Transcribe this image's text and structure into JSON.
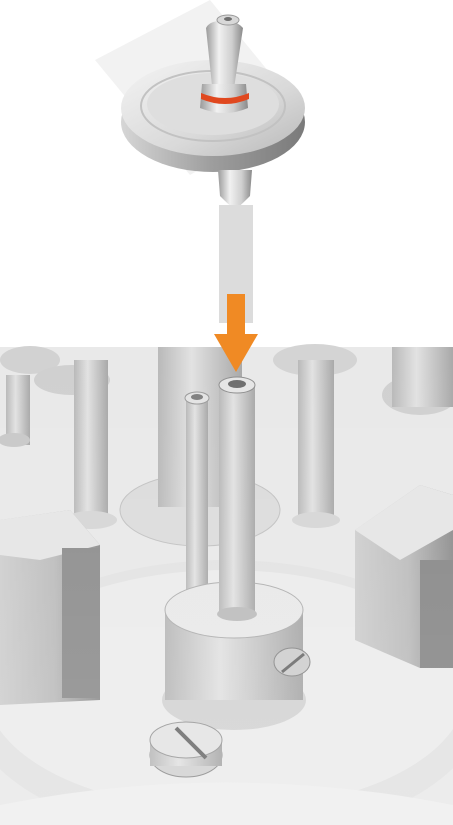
{
  "illustration": {
    "description_parts": [
      "filter-cartridge",
      "extension-tube",
      "insertion-arrow",
      "manifold-base"
    ],
    "colors": {
      "background": "#ffffff",
      "metal_light": "#e4e4e4",
      "metal_mid": "#bdbdbd",
      "metal_dark": "#8c8c8c",
      "base_surface": "#e9e9e9",
      "base_shadow": "#c6c6c6",
      "seal_ring": "#e0481f",
      "arrow": "#f08a24",
      "tube": "#dcdcdc"
    }
  }
}
